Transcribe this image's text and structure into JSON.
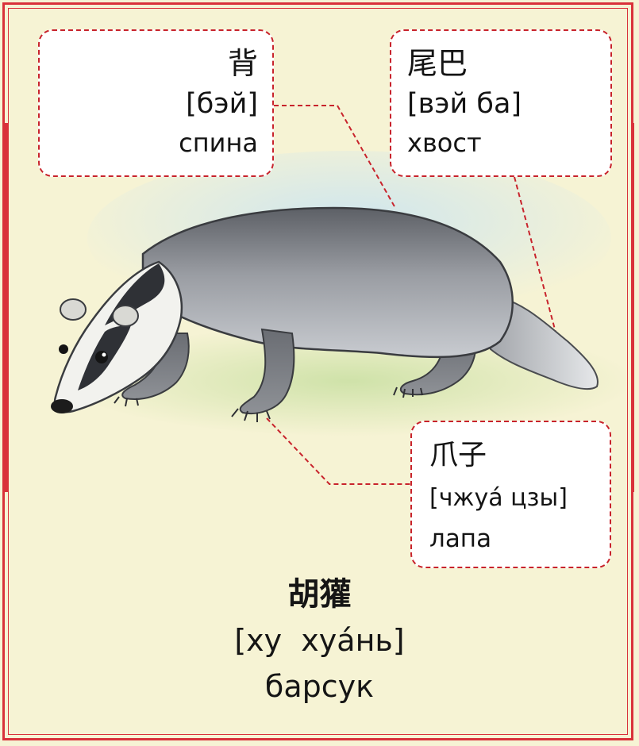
{
  "callouts": {
    "back": {
      "hanzi": "背",
      "pinyin": "[бэй]",
      "russian": "спина"
    },
    "tail": {
      "hanzi": "尾巴",
      "pinyin": "[вэй ба]",
      "russian": "хвост"
    },
    "paw": {
      "hanzi": "爪子",
      "pinyin": "[чжуá цзы]",
      "russian": "лапа"
    }
  },
  "animal": {
    "hanzi": "胡獾",
    "pinyin": "[ху  хуáнь]",
    "russian": "барсук"
  },
  "colors": {
    "background": "#f6f3d4",
    "frame": "#d9323a",
    "callout_border": "#c8232c",
    "fur": "#8a8d93"
  }
}
